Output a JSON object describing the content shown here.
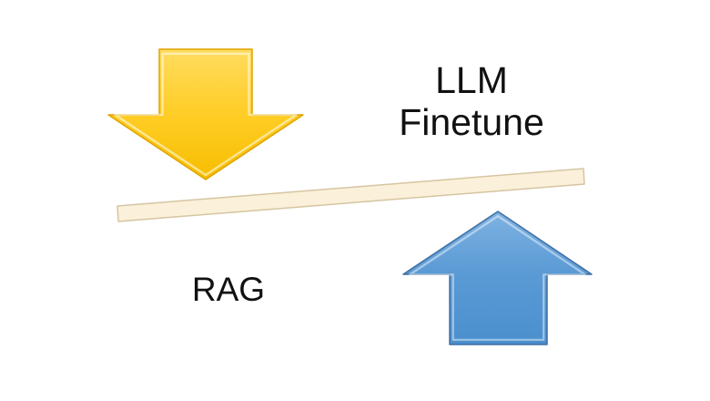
{
  "diagram": {
    "type": "seesaw-balance",
    "labels": {
      "llm_finetune": "LLM\nFinetune",
      "rag": "RAG"
    },
    "colors": {
      "background": "#FFFFFF",
      "text": "#111111",
      "beam_fill": "#FBF0D9",
      "beam_stroke": "#D6C5A2",
      "down_arrow_top": "#FFDC60",
      "down_arrow_mid": "#FFCD26",
      "down_arrow_bottom": "#F6BE00",
      "down_arrow_stroke": "#DFA400",
      "down_arrow_highlight": "rgba(255,255,255,0.55)",
      "up_arrow_top": "#7FB2E2",
      "up_arrow_mid": "#5B9BD5",
      "up_arrow_bottom": "#4A8FCE",
      "up_arrow_stroke": "#3D6FA3",
      "up_arrow_highlight": "rgba(255,255,255,0.45)"
    }
  }
}
